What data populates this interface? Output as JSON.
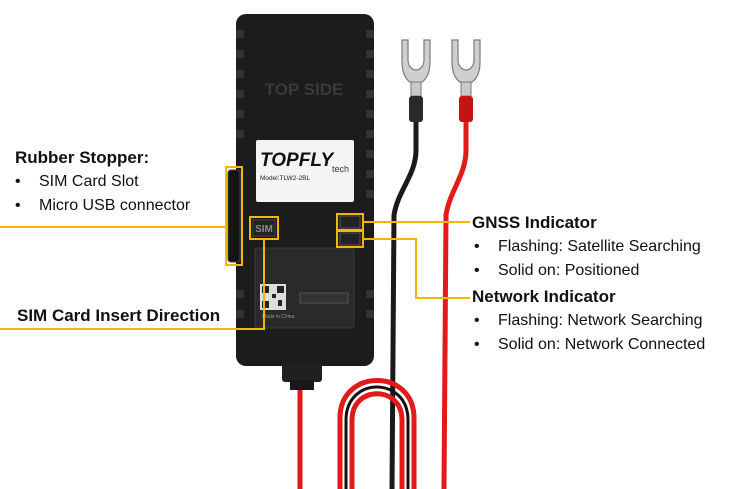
{
  "device": {
    "top_side_label": "TOP SIDE",
    "brand": "TOPFLY",
    "brand_suffix": "tech",
    "model_line": "Model:TLW2-2BL",
    "sim_port_label": "SIM",
    "qr_caption": "Made in China"
  },
  "callouts": {
    "rubber_stopper": {
      "title": "Rubber Stopper:",
      "items": [
        "SIM Card Slot",
        "Micro USB connector"
      ]
    },
    "sim_direction": {
      "title": "SIM Card Insert Direction"
    },
    "gnss": {
      "title": "GNSS Indicator",
      "items": [
        "Flashing: Satellite Searching",
        "Solid on: Positioned"
      ]
    },
    "network": {
      "title": "Network Indicator",
      "items": [
        "Flashing: Network Searching",
        "Solid on: Network Connected"
      ]
    }
  },
  "colors": {
    "callout_line": "#f2b705",
    "device_body": "#1c1c1c",
    "wire_red": "#e21a1a",
    "wire_black": "#1a1a1a"
  },
  "bullet_glyph": "•"
}
